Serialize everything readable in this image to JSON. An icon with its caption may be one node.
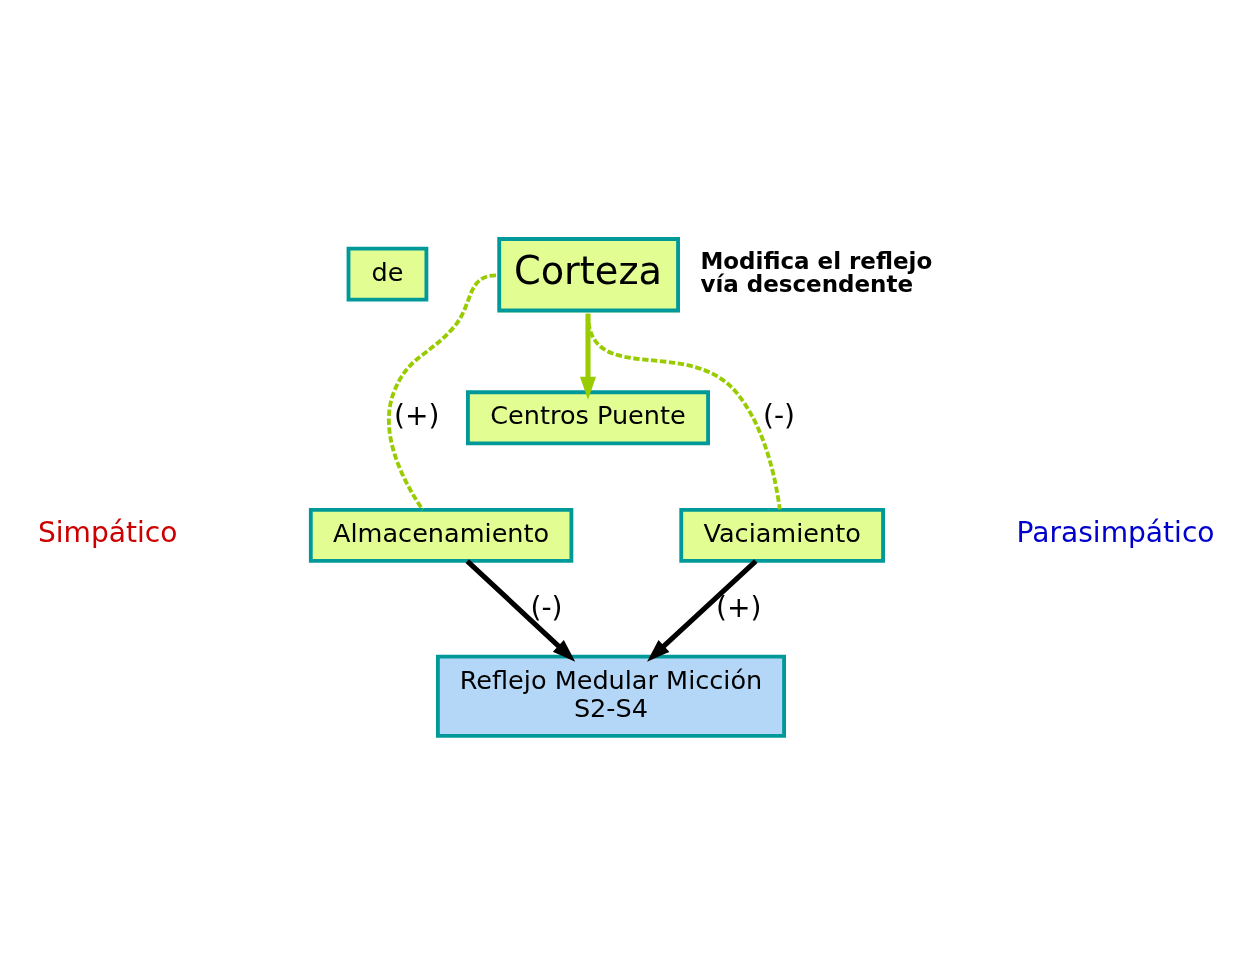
{
  "diagram": {
    "nodes": [
      {
        "text": [
          "de"
        ]
      },
      {
        "text": [
          "Corteza"
        ],
        "beside": [
          "Modifica el reflejo vía descendente"
        ]
      },
      {
        "text": [
          "Centros Puente"
        ]
      },
      {
        "text": [
          "Almacenamiento"
        ]
      },
      {
        "text": [
          "Vaciamiento"
        ]
      },
      {
        "text": [
          "Reflejo Medular Micción",
          "S2-S4"
        ]
      }
    ],
    "edges": [
      {
        "from": 1,
        "to": 2,
        "arrow": "to",
        "color": "#99cc00"
      },
      {
        "from": 1,
        "to": 3,
        "arrow": "none",
        "style": "dashed",
        "color": "#99cc00",
        "label": "(+)"
      },
      {
        "from": 1,
        "to": 4,
        "arrow": "none",
        "style": "dashed",
        "color": "#99cc00",
        "label": "(-)"
      },
      {
        "from": 3,
        "to": 5,
        "arrow": "to",
        "color": "#000000",
        "label": "(-)"
      },
      {
        "from": 4,
        "to": 5,
        "arrow": "to",
        "color": "#000000",
        "label": "(+)"
      }
    ],
    "labels": [
      "Simpático",
      "Parasimpático"
    ]
  }
}
